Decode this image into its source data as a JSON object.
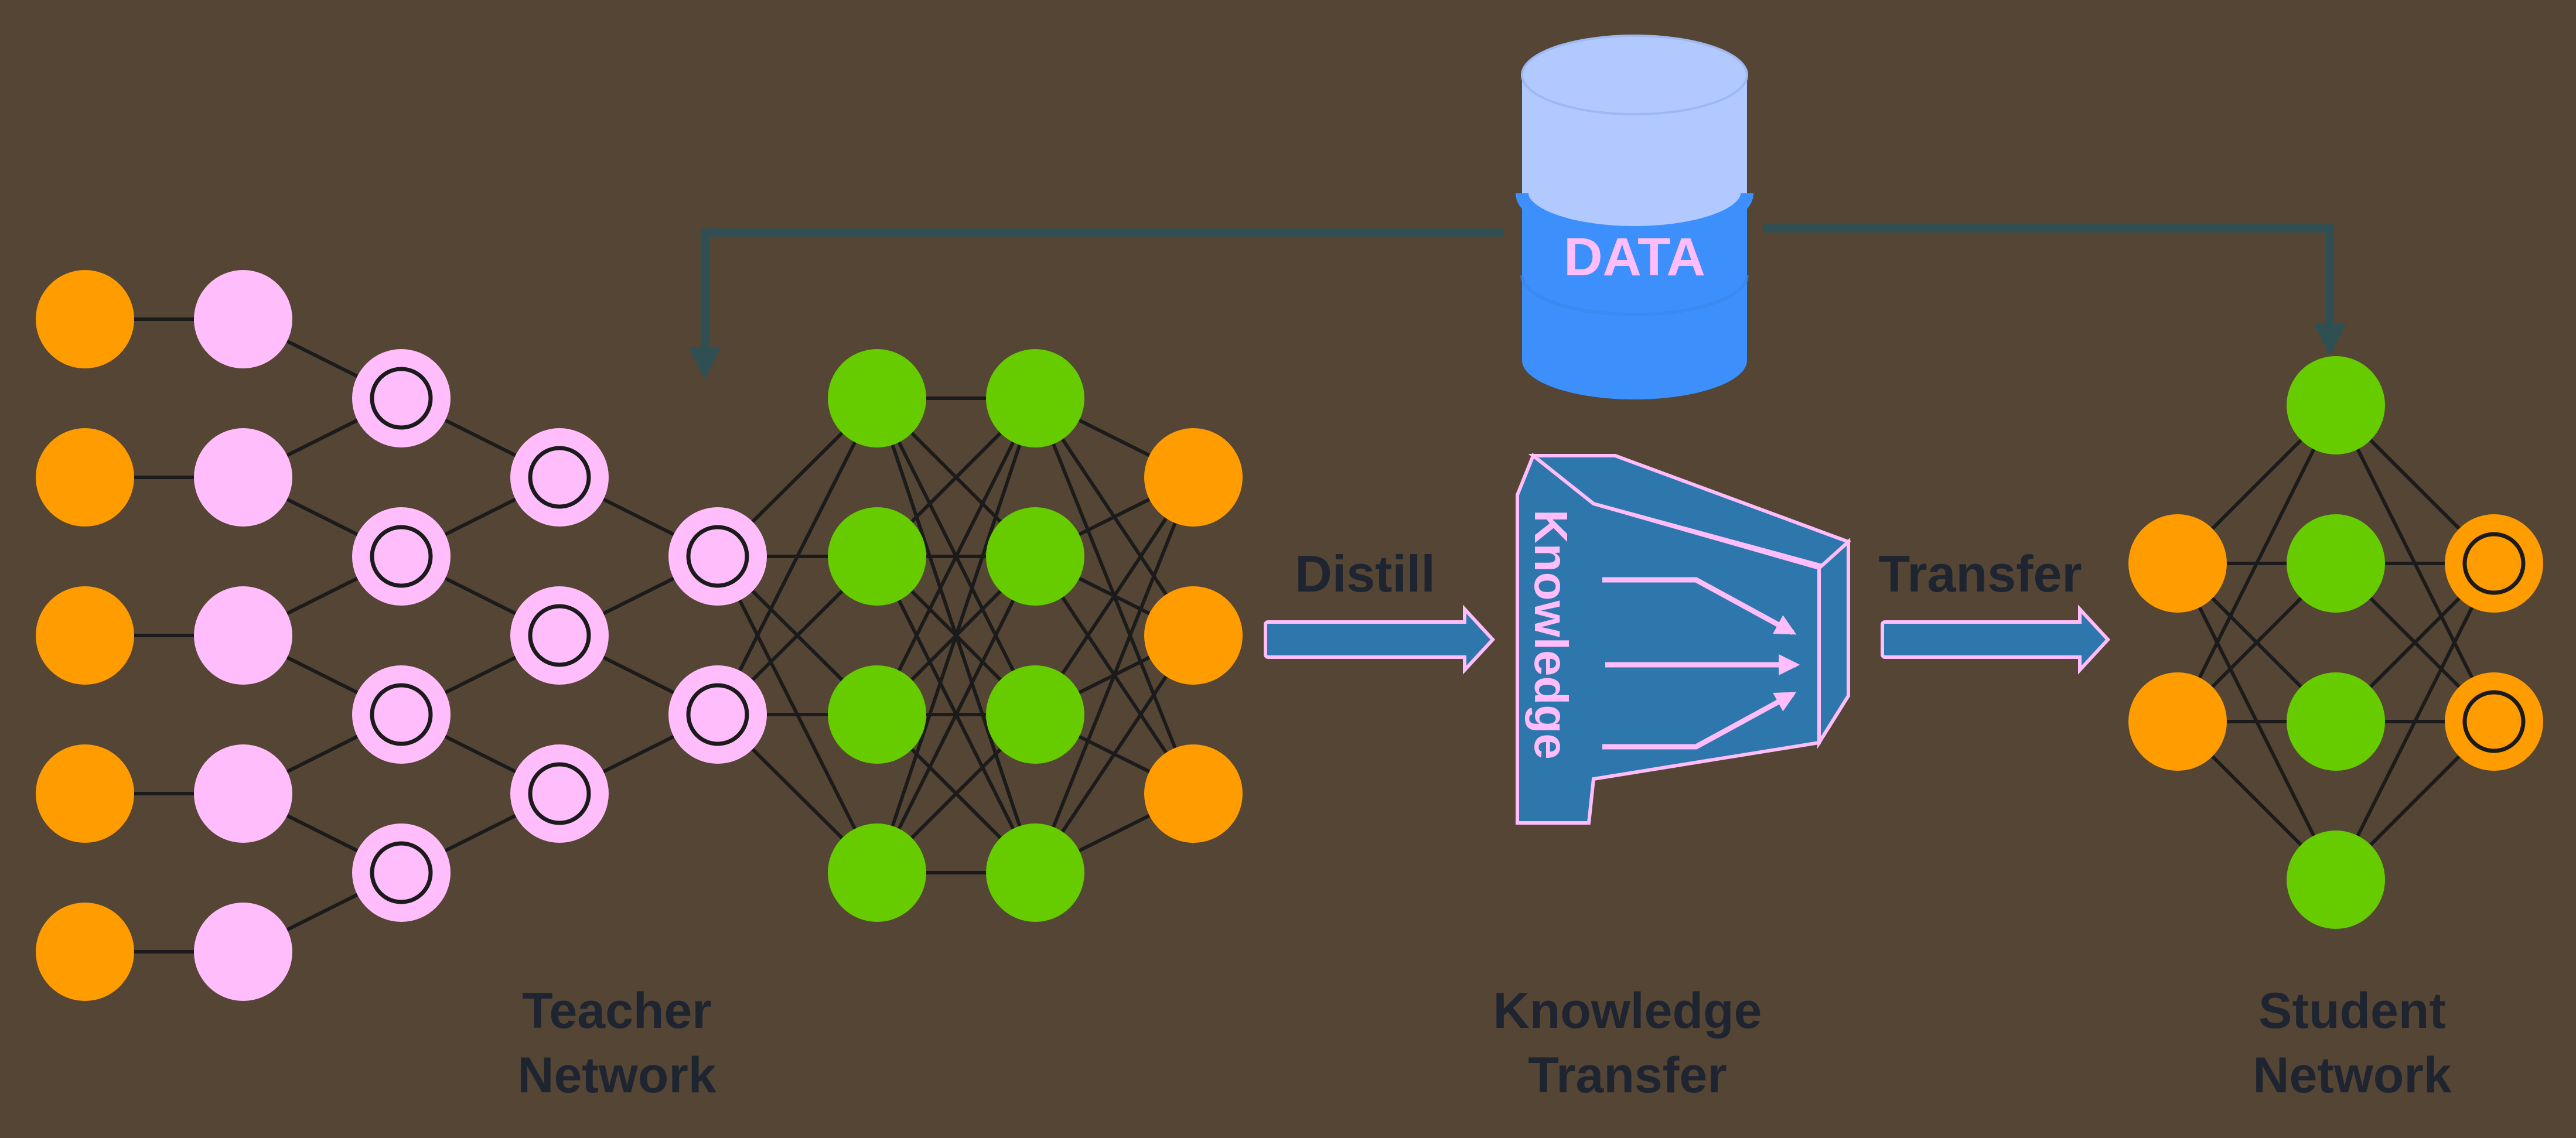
{
  "colors": {
    "background": "#554535",
    "orange": "#FF9C00",
    "pink": "#FFBDFC",
    "green": "#66CC00",
    "edge": "#1B1B1B",
    "label": "#1F2530",
    "flow_line": "#2F4F52",
    "arrow_fill": "#2D77AD",
    "arrow_stroke": "#FFBDFC",
    "db_top": "#B2C9FF",
    "db_body": "#3D90FB",
    "funnel": "#2D77AD"
  },
  "labels": {
    "teacher_line1": "Teacher",
    "teacher_line2": "Network",
    "knowledge_line1": "Knowledge",
    "knowledge_line2": "Transfer",
    "student_line1": "Student",
    "student_line2": "Network",
    "distill": "Distill",
    "transfer": "Transfer",
    "data": "DATA",
    "funnel_text": "Knowledge"
  },
  "teacher_network": {
    "layers": [
      {
        "nodes": 5,
        "color": "orange",
        "ring": false
      },
      {
        "nodes": 5,
        "color": "pink",
        "ring": false
      },
      {
        "nodes": 4,
        "color": "pink",
        "ring": true
      },
      {
        "nodes": 3,
        "color": "pink",
        "ring": true
      },
      {
        "nodes": 2,
        "color": "pink",
        "ring": true
      },
      {
        "nodes": 4,
        "color": "green",
        "ring": false
      },
      {
        "nodes": 4,
        "color": "green",
        "ring": false
      },
      {
        "nodes": 3,
        "color": "orange",
        "ring": false
      }
    ]
  },
  "student_network": {
    "layers": [
      {
        "nodes": 2,
        "color": "orange",
        "ring": false
      },
      {
        "nodes": 4,
        "color": "green",
        "ring": false
      },
      {
        "nodes": 2,
        "color": "orange",
        "ring": true
      }
    ]
  }
}
